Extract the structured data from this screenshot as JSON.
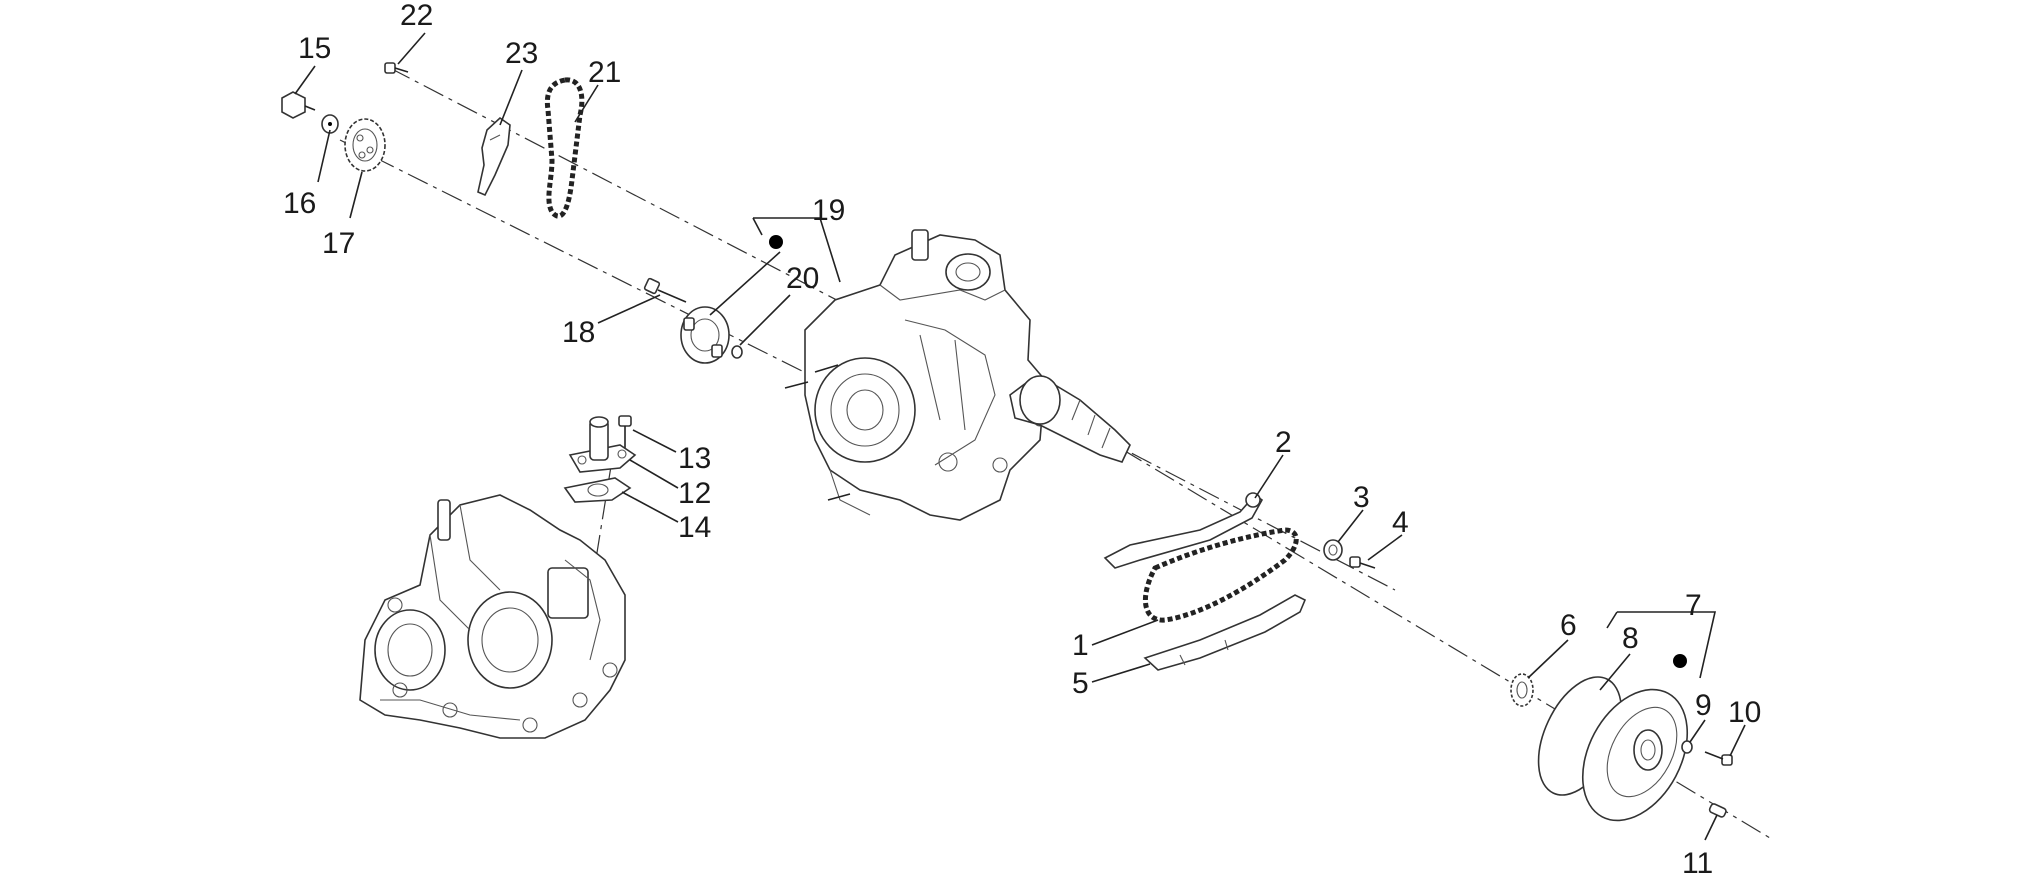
{
  "labels": {
    "l1": "1",
    "l2": "2",
    "l3": "3",
    "l4": "4",
    "l5": "5",
    "l6": "6",
    "l7": "7",
    "l8": "8",
    "l9": "9",
    "l10": "10",
    "l11": "11",
    "l12": "12",
    "l13": "13",
    "l14": "14",
    "l15": "15",
    "l16": "16",
    "l17": "17",
    "l18": "18",
    "l19": "19",
    "l20": "20",
    "l21": "21",
    "l22": "22",
    "l23": "23"
  },
  "icons": {
    "kit_marker": "filled-dot-icon"
  }
}
